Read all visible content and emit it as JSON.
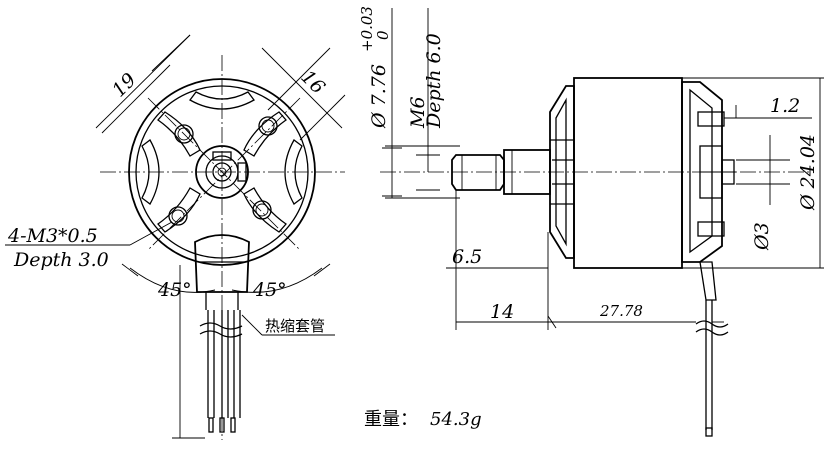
{
  "front_view": {
    "dim_19": "19",
    "dim_16": "16",
    "thread_note": "4-M3*0.5",
    "depth_note": "Depth 3.0",
    "angle_left": "45°",
    "angle_right": "45°",
    "sleeve_label": "热缩套管"
  },
  "side_view": {
    "shaft_dia": "Ø 7.76",
    "shaft_tol_upper": "+0.03",
    "shaft_tol_lower": "0",
    "thread_m6": "M6",
    "thread_depth": "Depth 6.0",
    "dim_1_2": "1.2",
    "dim_dia3": "Ø3",
    "dim_dia24": "Ø 24.04",
    "dim_6_5": "6.5",
    "dim_14": "14",
    "dim_27_78": "27.78"
  },
  "weight": {
    "label": "重量：",
    "value": "54.3g"
  }
}
